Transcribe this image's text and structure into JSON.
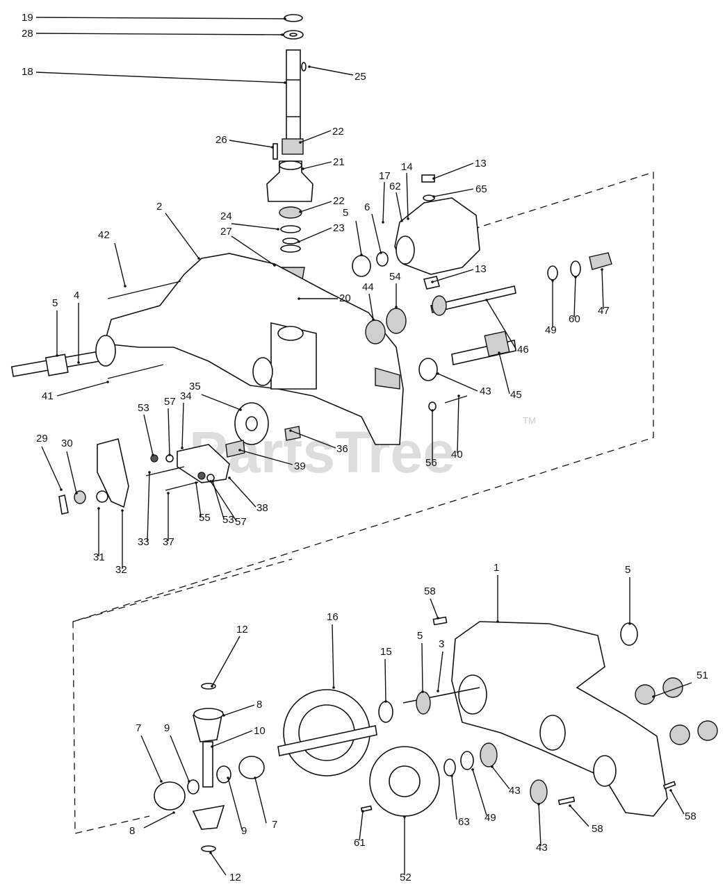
{
  "watermark": {
    "text": "PartsTree",
    "mark": "TM"
  },
  "callouts": [
    {
      "label": "19"
    },
    {
      "label": "28"
    },
    {
      "label": "25"
    },
    {
      "label": "18"
    },
    {
      "label": "22"
    },
    {
      "label": "26"
    },
    {
      "label": "21"
    },
    {
      "label": "13"
    },
    {
      "label": "17"
    },
    {
      "label": "14"
    },
    {
      "label": "62"
    },
    {
      "label": "65"
    },
    {
      "label": "22"
    },
    {
      "label": "2"
    },
    {
      "label": "24"
    },
    {
      "label": "23"
    },
    {
      "label": "5"
    },
    {
      "label": "6"
    },
    {
      "label": "42"
    },
    {
      "label": "27"
    },
    {
      "label": "13"
    },
    {
      "label": "20"
    },
    {
      "label": "44"
    },
    {
      "label": "54"
    },
    {
      "label": "49"
    },
    {
      "label": "60"
    },
    {
      "label": "47"
    },
    {
      "label": "5"
    },
    {
      "label": "4"
    },
    {
      "label": "46"
    },
    {
      "label": "41"
    },
    {
      "label": "43"
    },
    {
      "label": "45"
    },
    {
      "label": "35"
    },
    {
      "label": "53"
    },
    {
      "label": "57"
    },
    {
      "label": "34"
    },
    {
      "label": "36"
    },
    {
      "label": "56"
    },
    {
      "label": "40"
    },
    {
      "label": "29"
    },
    {
      "label": "30"
    },
    {
      "label": "39"
    },
    {
      "label": "38"
    },
    {
      "label": "55"
    },
    {
      "label": "53"
    },
    {
      "label": "57"
    },
    {
      "label": "33"
    },
    {
      "label": "37"
    },
    {
      "label": "31"
    },
    {
      "label": "32"
    },
    {
      "label": "58"
    },
    {
      "label": "1"
    },
    {
      "label": "5"
    },
    {
      "label": "12"
    },
    {
      "label": "16"
    },
    {
      "label": "15"
    },
    {
      "label": "5"
    },
    {
      "label": "3"
    },
    {
      "label": "51"
    },
    {
      "label": "8"
    },
    {
      "label": "7"
    },
    {
      "label": "9"
    },
    {
      "label": "10"
    },
    {
      "label": "9"
    },
    {
      "label": "7"
    },
    {
      "label": "8"
    },
    {
      "label": "12"
    },
    {
      "label": "61"
    },
    {
      "label": "52"
    },
    {
      "label": "63"
    },
    {
      "label": "49"
    },
    {
      "label": "43"
    },
    {
      "label": "43"
    },
    {
      "label": "58"
    },
    {
      "label": "58"
    }
  ]
}
